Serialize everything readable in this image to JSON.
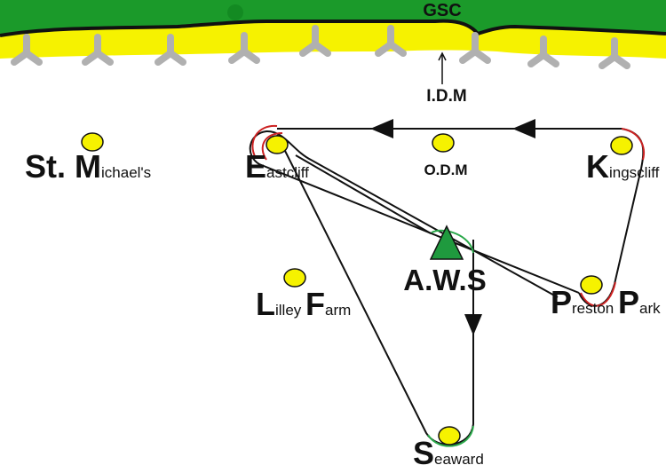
{
  "title_gsc": "GSC",
  "idm_label": "I.D.M",
  "odm_label": "O.D.M",
  "aws_label": "A.W.S",
  "places": {
    "st_michaels": {
      "cap1": "St. ",
      "cap2": "M",
      "rest": "ichael's"
    },
    "eastcliff": {
      "cap": "E",
      "rest": "astcliff"
    },
    "kingscliff": {
      "cap": "K",
      "rest": "ingscliff"
    },
    "lilley_farm": {
      "cap1": "L",
      "rest1": "illey ",
      "cap2": "F",
      "rest2": "arm"
    },
    "preston_park": {
      "cap1": "P",
      "rest1": "reston ",
      "cap2": "P",
      "rest2": "ark"
    },
    "seaward": {
      "cap": "S",
      "rest": "eaward"
    }
  },
  "colors": {
    "grass": "#1b9a2a",
    "sand": "#f6f200",
    "marker": "#f6f200",
    "aws": "#1f9a3e",
    "route": "#111111",
    "red_route": "#cc2222",
    "green_route": "#2aa84a",
    "groyne": "#b0b0b0"
  }
}
